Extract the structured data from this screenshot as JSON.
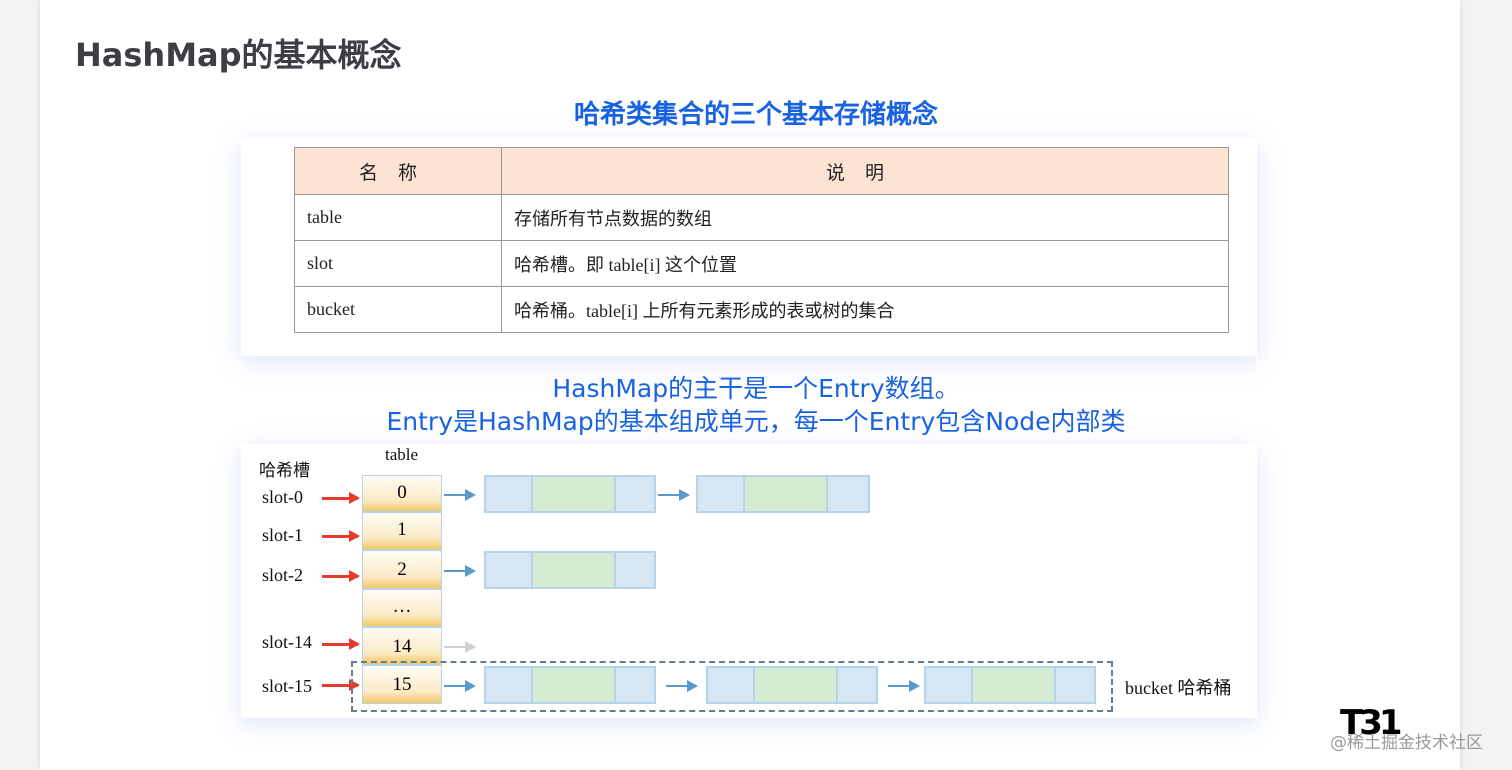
{
  "title": "HashMap的基本概念",
  "table_title": "哈希类集合的三个基本存储概念",
  "table": {
    "headers": [
      "名称",
      "说明"
    ],
    "rows": [
      [
        "table",
        "存储所有节点数据的数组"
      ],
      [
        "slot",
        "哈希槽。即 table[i] 这个位置"
      ],
      [
        "bucket",
        "哈希桶。table[i] 上所有元素形成的表或树的集合"
      ]
    ]
  },
  "desc": [
    "HashMap的主干是一个Entry数组。",
    "Entry是HashMap的基本组成单元，每一个Entry包含Node内部类"
  ],
  "diagram": {
    "slot_heading": "哈希槽",
    "table_heading": "table",
    "cells": [
      "0",
      "1",
      "2",
      "…",
      "14",
      "15"
    ],
    "slots": [
      "slot-0",
      "slot-1",
      "slot-2",
      "slot-14",
      "slot-15"
    ],
    "bucket_label": "bucket 哈希桶"
  },
  "watermark": "@稀土掘金技术社区",
  "colors": {
    "accent": "#1a63e0",
    "slot_arrow": "#e53b2c",
    "node_arrow": "#5a9acb"
  }
}
